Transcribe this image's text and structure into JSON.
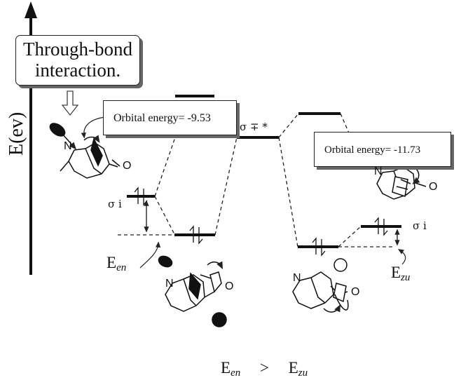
{
  "callouts": {
    "through_bond_line1": "Through-bond",
    "through_bond_line2": "interaction.",
    "orbital_energy_en": "Orbital energy= -9.53",
    "orbital_energy_zu": "Orbital energy= -11.73"
  },
  "axis_label": "E(ev)",
  "levels": {
    "sigma_star": "σ ∓ *",
    "sigma_i_left": "σ i",
    "sigma_i_right": "σ i"
  },
  "energy_gaps": {
    "en_base": "E",
    "en_sub": "en",
    "zu_base": "E",
    "zu_sub": "zu"
  },
  "comparison": {
    "left_base": "E",
    "left_sub": "en",
    "operator": ">",
    "right_base": "E",
    "right_sub": "zu"
  },
  "molecule_labels": {
    "nitrogen": "N",
    "oxygen": "O"
  }
}
